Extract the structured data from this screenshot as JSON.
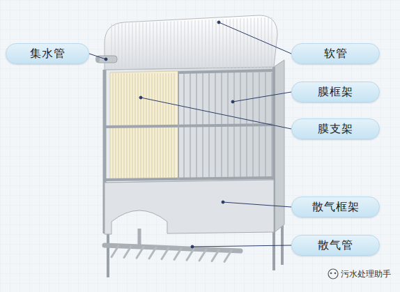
{
  "diagram": {
    "nodes": [
      {
        "text": [
          "集水管"
        ]
      },
      {
        "text": [
          "软管"
        ]
      },
      {
        "text": [
          "膜框架"
        ]
      },
      {
        "text": [
          "膜支架"
        ]
      },
      {
        "text": [
          "散气框架"
        ]
      },
      {
        "text": [
          "散气管"
        ]
      }
    ],
    "labels": [
      "污水处理助手"
    ]
  }
}
